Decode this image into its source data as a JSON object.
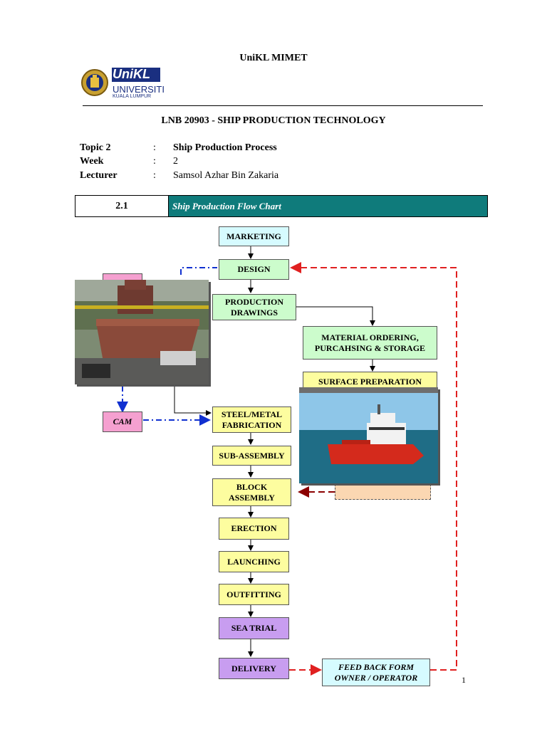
{
  "header": {
    "institution": "UniKL MIMET",
    "logo_text": {
      "brand": "UniKL",
      "line1": "UNIVERSITI",
      "line2": "KUALA LUMPUR"
    }
  },
  "course_title": "LNB 20903 - SHIP PRODUCTION TECHNOLOGY",
  "info": [
    {
      "label": "Topic  2",
      "colon": ":",
      "value": "Ship Production Process",
      "bold": true
    },
    {
      "label": "Week",
      "colon": ":",
      "value": "2",
      "bold": false
    },
    {
      "label": "Lecturer",
      "colon": ":",
      "value": "Samsol Azhar Bin Zakaria",
      "bold": false
    }
  ],
  "section": {
    "number": "2.1",
    "title": "Ship Production Flow Chart"
  },
  "flow": {
    "marketing": "MARKETING",
    "design": "DESIGN",
    "production_drawings_1": "PRODUCTION",
    "production_drawings_2": "DRAWINGS",
    "material_1": "MATERIAL ORDERING,",
    "material_2": "PURCAHSING & STORAGE",
    "surface": "SURFACE PREPARATION",
    "steel_1": "STEEL/METAL",
    "steel_2": "FABRICATION",
    "cam": "CAM",
    "sub_assembly": "SUB-ASSEMBLY",
    "block_1": "BLOCK",
    "block_2": "ASSEMBLY",
    "erection": "ERECTION",
    "launching": "LAUNCHING",
    "outfitting": "OUTFITTING",
    "sea_trial": "SEA TRIAL",
    "delivery": "DELIVERY",
    "feedback_1": "FEED BACK FORM",
    "feedback_2": "OWNER / OPERATOR"
  },
  "photos": {
    "shipyard": "shipyard-hull-construction-photo",
    "vessel": "red-offshore-supply-vessel-photo"
  },
  "colors": {
    "section_bar": "#0f7b7b",
    "feedback_arrow": "#e02020",
    "cam_arrow": "#1030d0",
    "block_arrow": "#8b0000"
  },
  "page_number": "1"
}
